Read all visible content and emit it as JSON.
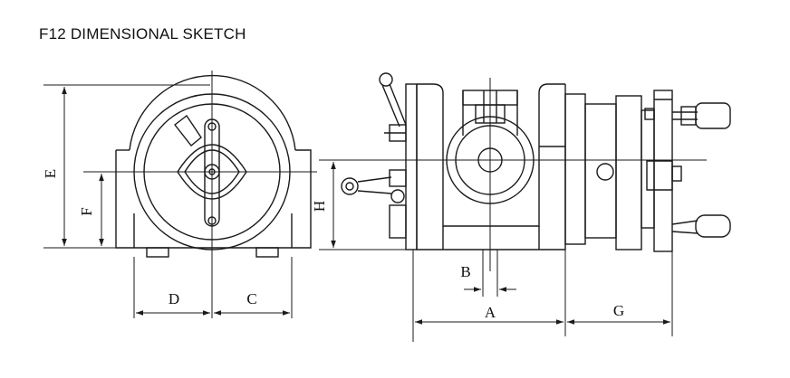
{
  "title": "F12 DIMENSIONAL SKETCH",
  "labels": {
    "E": "E",
    "F": "F",
    "H": "H",
    "D": "D",
    "C": "C",
    "B": "B",
    "A": "A",
    "G": "G"
  }
}
